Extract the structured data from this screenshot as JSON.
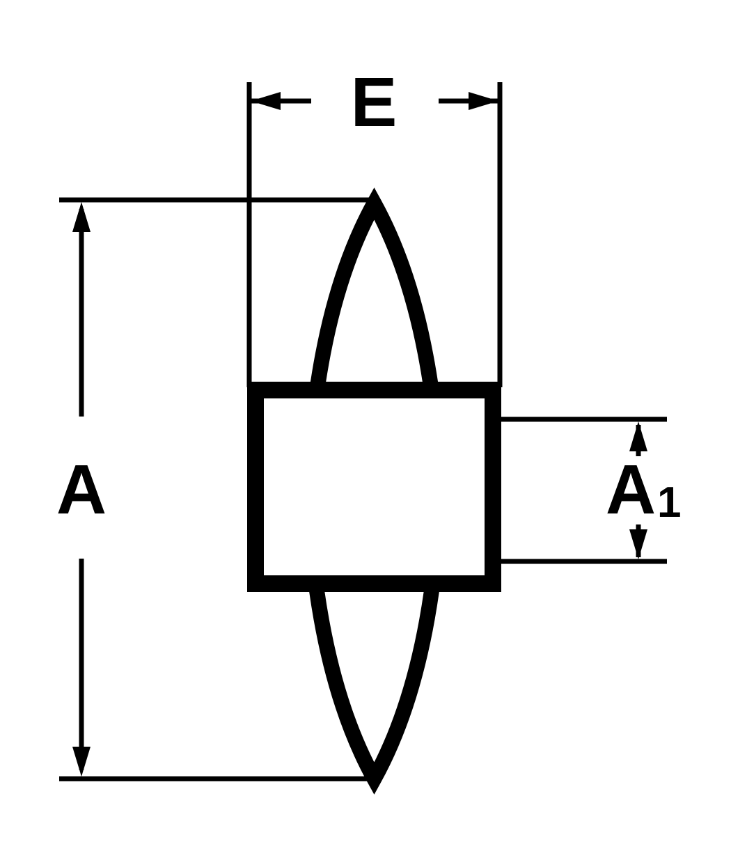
{
  "drawing": {
    "background_color": "#ffffff",
    "line_color": "#000000",
    "dimensions": {
      "width": {
        "label": "E"
      },
      "overall_height": {
        "label": "A"
      },
      "hub_height": {
        "label_base": "A",
        "label_subscript": "1"
      }
    }
  }
}
